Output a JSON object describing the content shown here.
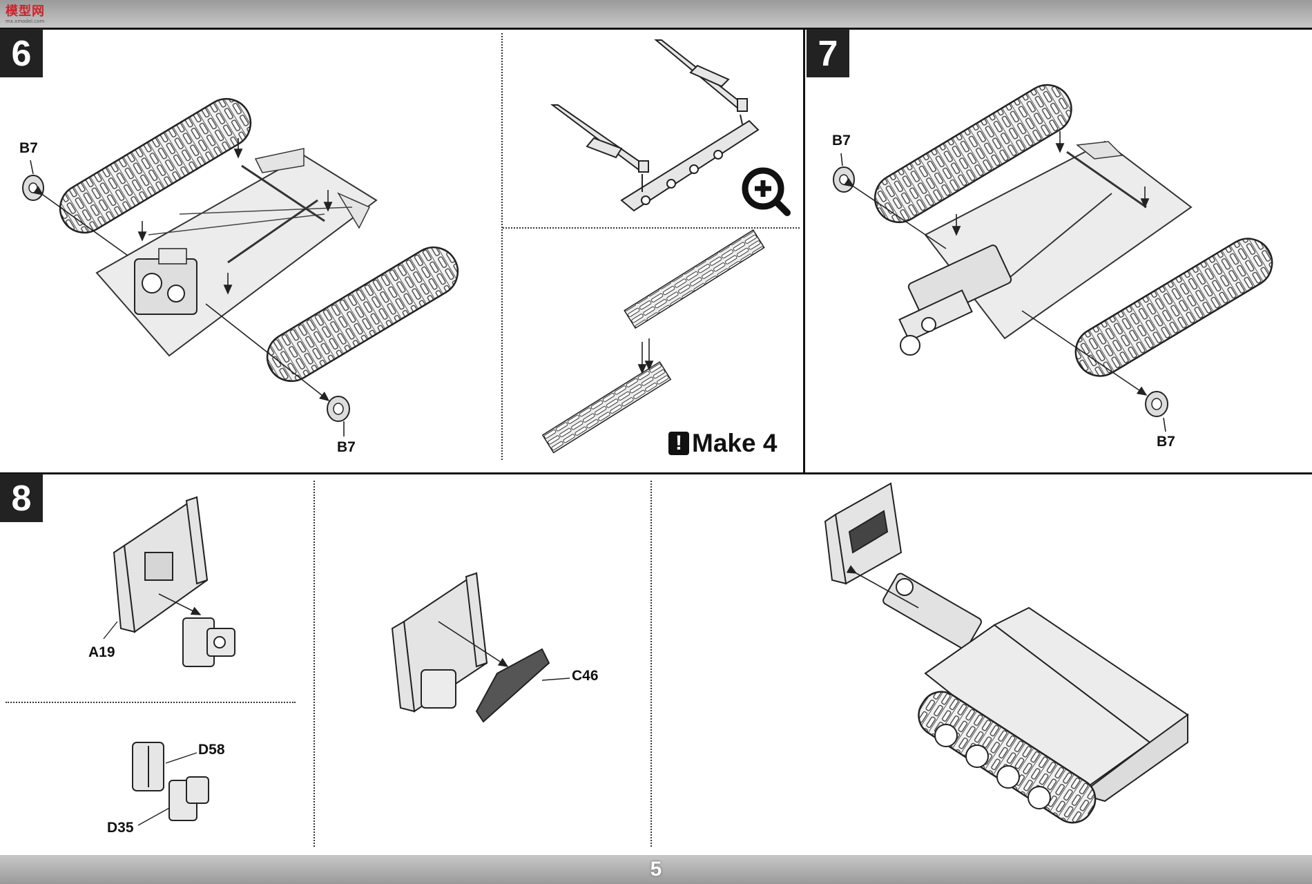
{
  "header": {
    "logo_text": "模型网"
  },
  "footer": {
    "page_number": "5"
  },
  "step6": {
    "number": "6",
    "label_b7_left": "B7",
    "label_b7_bottom": "B7",
    "detail_note": "Make 4",
    "zoom_icon": "magnifier-plus-icon"
  },
  "step7": {
    "number": "7",
    "label_b7_left": "B7",
    "label_b7_bottom": "B7"
  },
  "step8": {
    "number": "8",
    "label_a19": "A19",
    "label_d58": "D58",
    "label_d35": "D35",
    "label_c46": "C46"
  },
  "colors": {
    "frame": "#111111",
    "badge": "#222222",
    "part_fill": "#e4e4e4",
    "line": "#333333"
  }
}
